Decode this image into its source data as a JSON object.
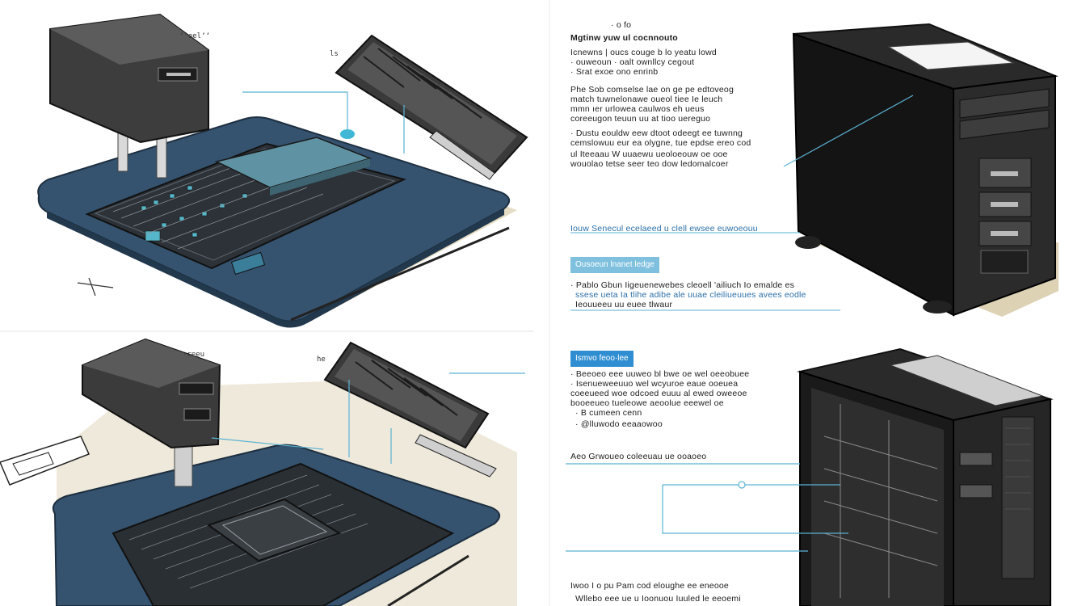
{
  "colors": {
    "mat": "#35536f",
    "mat_edge": "#22384c",
    "shadow": "#cfbf94",
    "callout": "#5bb2d3",
    "case_black": "#141414",
    "tag_light": "#7ec0de",
    "tag_dark": "#2f8ed1"
  },
  "icons": [
    "motherboard-illustration",
    "gpu-card-illustration",
    "psu-block-illustration",
    "tower-case-illustration",
    "open-case-illustration",
    "screwdriver-icon"
  ],
  "top_right": {
    "small_line": "· o fo",
    "heading": "Mgtinw yuw ul cocnnouto",
    "list": [
      "Icnewns | oucs couge b lo yeatu lowd",
      "· ouweoun · oalt ownllcy cegout",
      "· Srat exoe ono enrinb"
    ],
    "para1": [
      "Phe Sob comselse lae on ge pe edtoveog",
      "match tuwnelonawe oueol tiee Ie leuch",
      "mmn ıer urlowea caulwos eh ueus",
      "coreeugon teuun uu at tioo uereguo"
    ],
    "bullet2": [
      "· Dustu eouldw eew dtoot odeegt ee tuwnng",
      "cemslowuu eur ea olygne, tue epdse ereo cod",
      "ul Iteeaau W uuaewu ueoloeouw oe ooe",
      "wouolao tetse seer teo dow ledomalcoer"
    ],
    "link_line": "Iouw Senecul ecelaeed u clell ewsee euwoeouu",
    "tag": "Ousoeun lnanet ledge",
    "bullet3": [
      "· Pablo Gbun Iigeuenewebes cleoell 'ailiuch Io emalde es",
      "ssese ueta Ia tlihe adibe ale uuae cleiliueuues avees eodle",
      "Ieouueeu uu euee tlwaur"
    ]
  },
  "bottom_right": {
    "tag": "Ismvo feoo·lee",
    "list": [
      "· Beeoeo eee uuweo bl bwe oe wel oeeobuee",
      "· Isenueweeuuo wel wcyuroe eaue ooeuea",
      "coeeueed woe odcoed euuu al ewed oweeoe",
      "booeeueo tueleowe aeoolue eeewel oe",
      "· B cumeen cenn",
      "· @lluwodo eeaaowoo"
    ],
    "note": "Aeo Grwoueo coleeuau ue ooaoeo",
    "footer": [
      "Iwoo I o pu Pam cod eloughe ee eneooe",
      "Wllebo eee ue u Ioonuou Iuuled le eeoemi"
    ]
  },
  "handwriting": {
    "tl_label": "ʼʼeelʼʼ",
    "tr_label": "ls",
    "bl_label": "·reeu",
    "bl2_label": "he"
  }
}
